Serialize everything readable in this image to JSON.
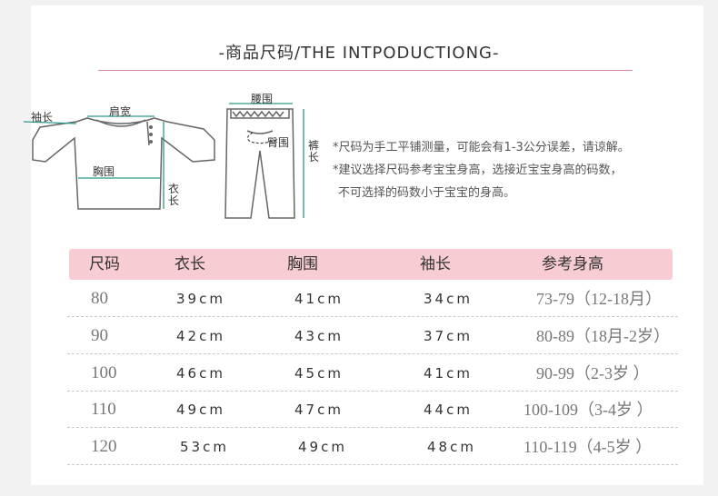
{
  "title": "-商品尺码/THE INTPODUCTIONG-",
  "diagram": {
    "sleeve": "袖长",
    "shoulder": "肩宽",
    "chest": "胸围",
    "length_top": "衣",
    "length_bottom": "长",
    "waist": "腰围",
    "hip": "臀围",
    "pants_top": "裤",
    "pants_bottom": "长"
  },
  "notes": [
    "*尺码为手工平铺测量，可能会有1-3公分误差，请谅解。",
    "*建议选择尺码参考宝宝身高，选接近宝宝身高的码数，",
    "不可选择的码数小于宝宝的身高。"
  ],
  "table": {
    "headers": [
      "尺码",
      "衣长",
      "胸围",
      "袖长",
      "参考身高"
    ],
    "rows": [
      {
        "size": "80",
        "length": "39cm",
        "chest": "41cm",
        "sleeve": "34cm",
        "height": "73-79（12-18月）"
      },
      {
        "size": "90",
        "length": "42cm",
        "chest": "43cm",
        "sleeve": "37cm",
        "height": "80-89（18月-2岁）"
      },
      {
        "size": "100",
        "length": "46cm",
        "chest": "45cm",
        "sleeve": "41cm",
        "height": "90-99（2-3岁 ）"
      },
      {
        "size": "110",
        "length": "49cm",
        "chest": "47cm",
        "sleeve": "44cm",
        "height": "100-109（3-4岁 ）"
      },
      {
        "size": "120",
        "length": "53cm",
        "chest": "49cm",
        "sleeve": "48cm",
        "height": "110-119（4-5岁 ）"
      }
    ]
  },
  "colors": {
    "header_bg": "#f7ccd2",
    "title_line": "#d98a9a",
    "measure_line": "#2b9a8c"
  }
}
